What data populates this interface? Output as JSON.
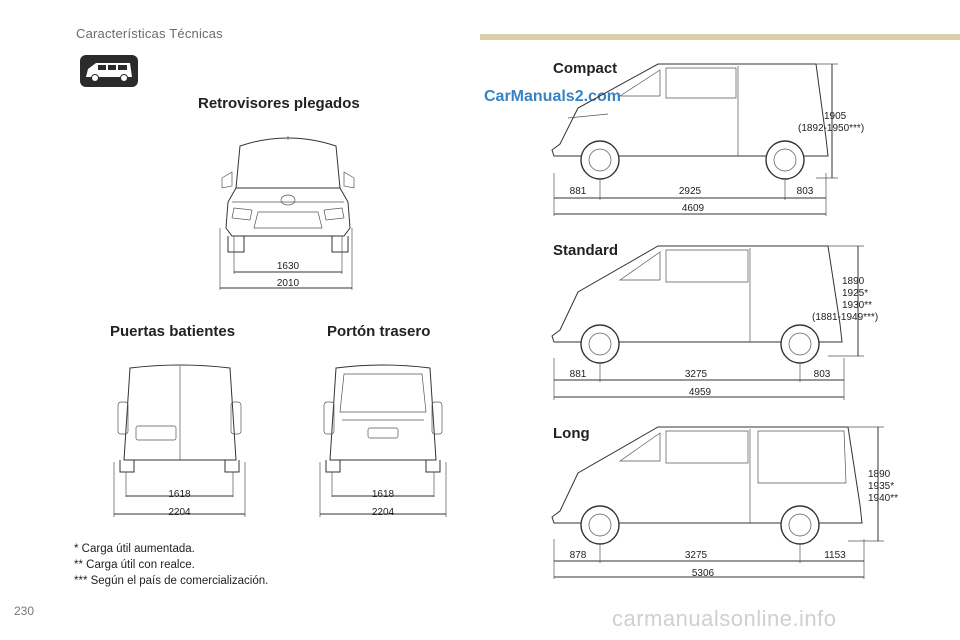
{
  "header": {
    "section_title": "Características Técnicas",
    "page_number": "230"
  },
  "watermark": {
    "top": "CarManuals2.com",
    "bottom": "carmanualsonline.info"
  },
  "front_view": {
    "title": "Retrovisores plegados",
    "track_width": "1630",
    "overall_width": "2010"
  },
  "rear_doors": {
    "title": "Puertas batientes",
    "track_width": "1618",
    "overall_width": "2204"
  },
  "tailgate": {
    "title": "Portón trasero",
    "track_width": "1618",
    "overall_width": "2204"
  },
  "compact": {
    "title": "Compact",
    "height_lines": [
      "1905",
      "(1892-1950***)"
    ],
    "front_overhang": "881",
    "wheelbase": "2925",
    "rear_overhang": "803",
    "length": "4609"
  },
  "standard": {
    "title": "Standard",
    "height_lines": [
      "1890",
      "1925*",
      "1930**",
      "(1881-1949***)"
    ],
    "front_overhang": "881",
    "wheelbase": "3275",
    "rear_overhang": "803",
    "length": "4959"
  },
  "long": {
    "title": "Long",
    "height_lines": [
      "1890",
      "1935*",
      "1940**"
    ],
    "front_overhang": "878",
    "wheelbase": "3275",
    "rear_overhang": "1153",
    "length": "5306"
  },
  "footnotes": [
    "* Carga útil aumentada.",
    "** Carga útil con realce.",
    "*** Según el país de comercialización."
  ],
  "icons": {
    "vehicle_badge": "van-icon"
  }
}
